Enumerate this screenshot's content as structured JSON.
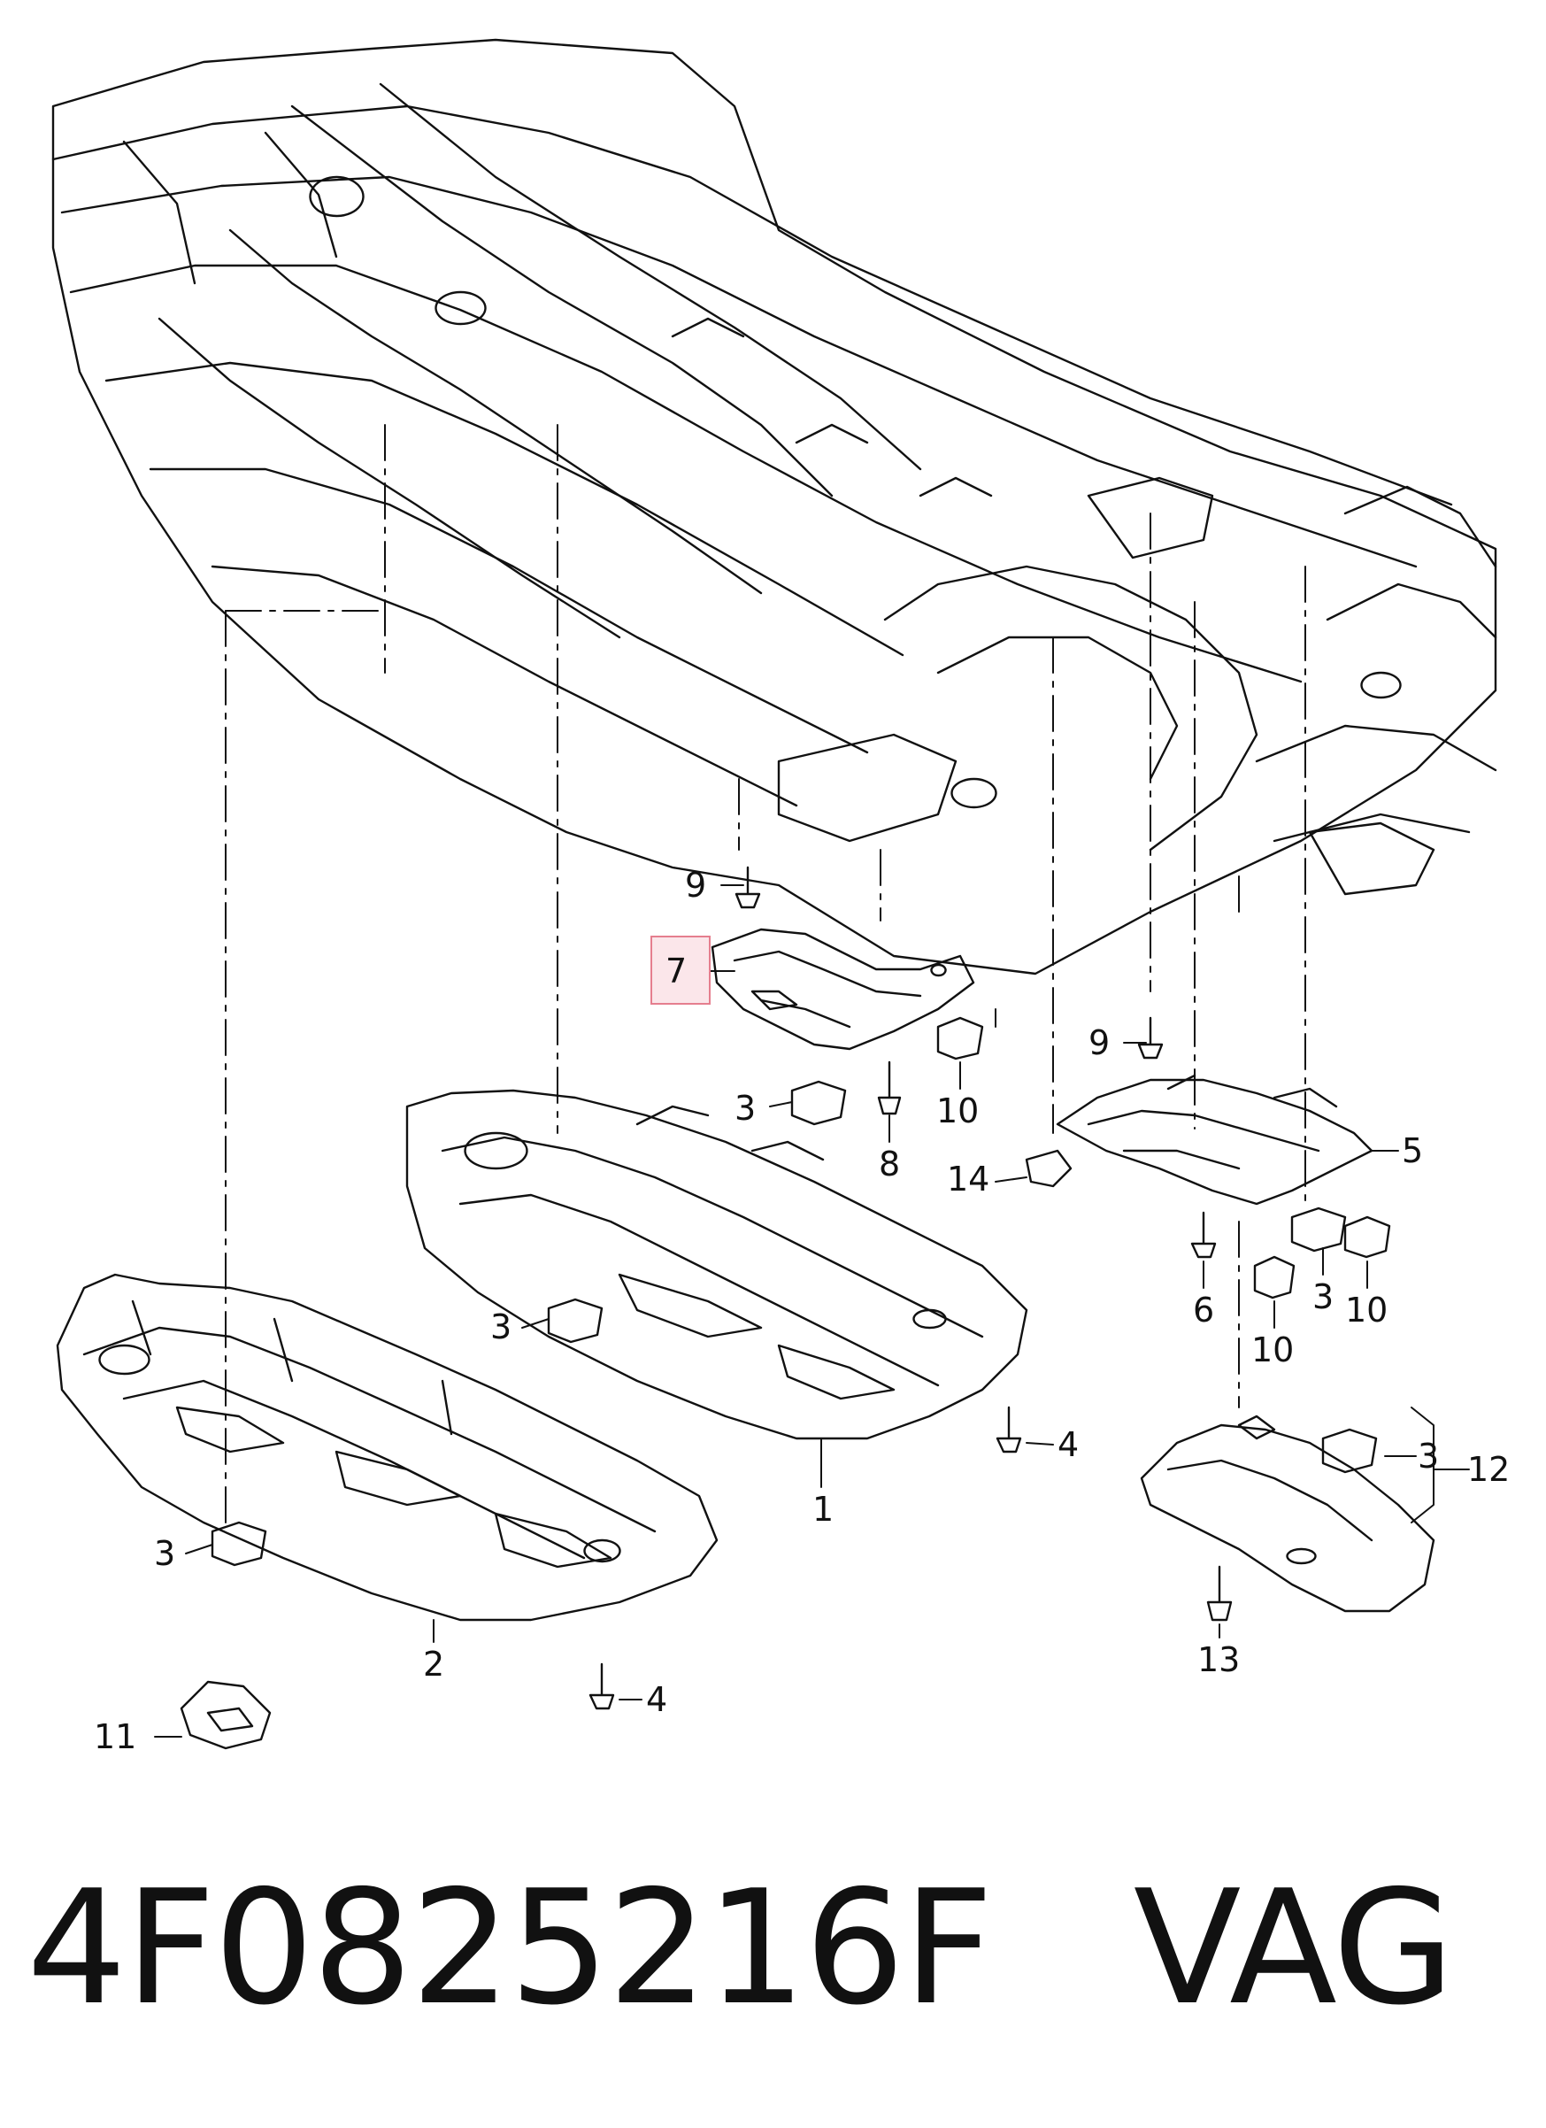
{
  "diagram": {
    "callouts": [
      {
        "id": "c1",
        "text": "1"
      },
      {
        "id": "c2",
        "text": "2"
      },
      {
        "id": "c3a",
        "text": "3"
      },
      {
        "id": "c3b",
        "text": "3"
      },
      {
        "id": "c3c",
        "text": "3"
      },
      {
        "id": "c3d",
        "text": "3"
      },
      {
        "id": "c3e",
        "text": "3"
      },
      {
        "id": "c4a",
        "text": "4"
      },
      {
        "id": "c4b",
        "text": "4"
      },
      {
        "id": "c5",
        "text": "5"
      },
      {
        "id": "c6",
        "text": "6"
      },
      {
        "id": "c7",
        "text": "7"
      },
      {
        "id": "c8",
        "text": "8"
      },
      {
        "id": "c9a",
        "text": "9"
      },
      {
        "id": "c9b",
        "text": "9"
      },
      {
        "id": "c10a",
        "text": "10"
      },
      {
        "id": "c10b",
        "text": "10"
      },
      {
        "id": "c10c",
        "text": "10"
      },
      {
        "id": "c11",
        "text": "11"
      },
      {
        "id": "c12",
        "text": "12"
      },
      {
        "id": "c13",
        "text": "13"
      },
      {
        "id": "c14",
        "text": "14"
      }
    ],
    "highlight_color": "#e57e8e",
    "highlight_fill": "#fbe6ea"
  },
  "footer": {
    "part_number": "4F0825216F",
    "brand": "VAG"
  }
}
